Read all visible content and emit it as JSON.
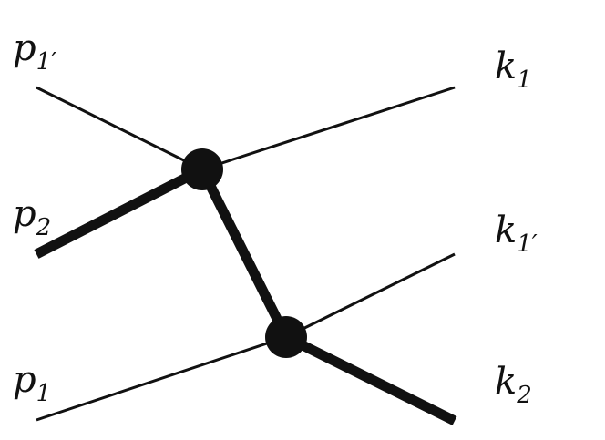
{
  "diagram": {
    "colors": {
      "line": "#111111",
      "background": "#ffffff"
    },
    "labels": {
      "p1prime": {
        "base": "p",
        "sub": "1′"
      },
      "p2": {
        "base": "p",
        "sub": "2"
      },
      "p1": {
        "base": "p",
        "sub": "1"
      },
      "k1": {
        "base": "k",
        "sub": "1"
      },
      "k1prime": {
        "base": "k",
        "sub": "1′"
      },
      "k2": {
        "base": "k",
        "sub": "2"
      }
    }
  }
}
